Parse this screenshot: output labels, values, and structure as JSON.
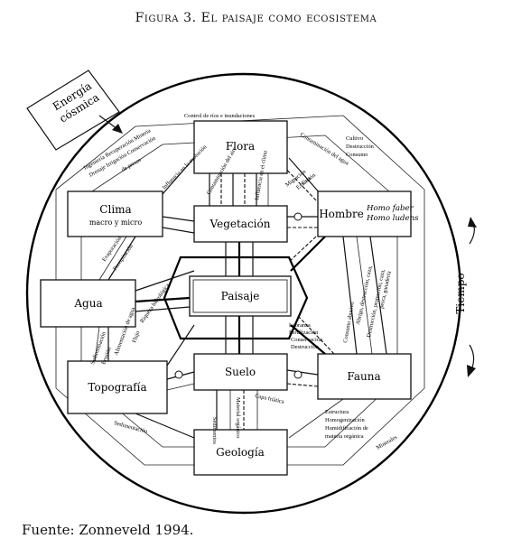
{
  "header": {
    "title": "Figura 3. El paisaje como ecosistema"
  },
  "footer": {
    "source": "Fuente: Zonneveld 1994."
  },
  "outer": {
    "energy": "Energía cósmica",
    "energy_line1": "Energía",
    "energy_line2": "cósmica",
    "time": "Tiempo"
  },
  "nodes": {
    "flora": "Flora",
    "clima": "Clima",
    "clima_sub": "macro y micro",
    "vegetacion": "Vegetación",
    "hombre": "Hombre",
    "homo_faber": "Homo faber",
    "homo_ludens": "Homo ludens",
    "agua": "Agua",
    "paisaje": "Paisaje",
    "topografia": "Topografía",
    "suelo": "Suelo",
    "fauna": "Fauna",
    "geologia": "Geología"
  },
  "labels": {
    "control_rios": "Control de ríos e inundaciones",
    "ingenieria": "Ingeniería Recuperación Minería",
    "drenaje": "Drenaje Irrigación Conservación",
    "de_presas": "de presas",
    "influencia_evolucion": "Influencia en la evolución",
    "contaminacion_aire": "Contaminación del aire",
    "influencia_clima": "Influencia en el clima",
    "contaminacion_agua": "Contaminación del agua",
    "cultivo": "Cultivo",
    "destruccion": "Destrucción",
    "consumo": "Consumo",
    "cria": "Cría",
    "extincion": "Extinción",
    "migracion": "Migración",
    "evaporacion": "Evaporación",
    "precipitacion": "Precipitación",
    "riqueza_hidrologica": "Riqueza hidrológica",
    "alimentacion_agua": "Alimentación de agua",
    "flujo": "Flujo",
    "erosion": "Erosión",
    "sedimentacion": "Sedimentación",
    "labranza": "Labranza",
    "fertilizacion": "Fertilización",
    "conservacion": "Conservación",
    "destruccion2": "Destrucción",
    "consumo_abusivo": "Consumo abusivo",
    "abrigo": "Abrigo, destrucción, caza,",
    "destruccion_proteccion": "Destrucción, protección, caza,",
    "pesca": "pesca, ganadería",
    "sedimentos": "Sedimentos",
    "material_organico": "Material orgánico",
    "capa_friatica": "Capa friática",
    "estructura": "Estructura",
    "homogenizacion": "Homogenización",
    "humidificacion": "Humidificación de",
    "materia_organica": "materia orgánica",
    "minerales": "Minerales",
    "sedimentacion_bottom": "Sedimentación"
  }
}
